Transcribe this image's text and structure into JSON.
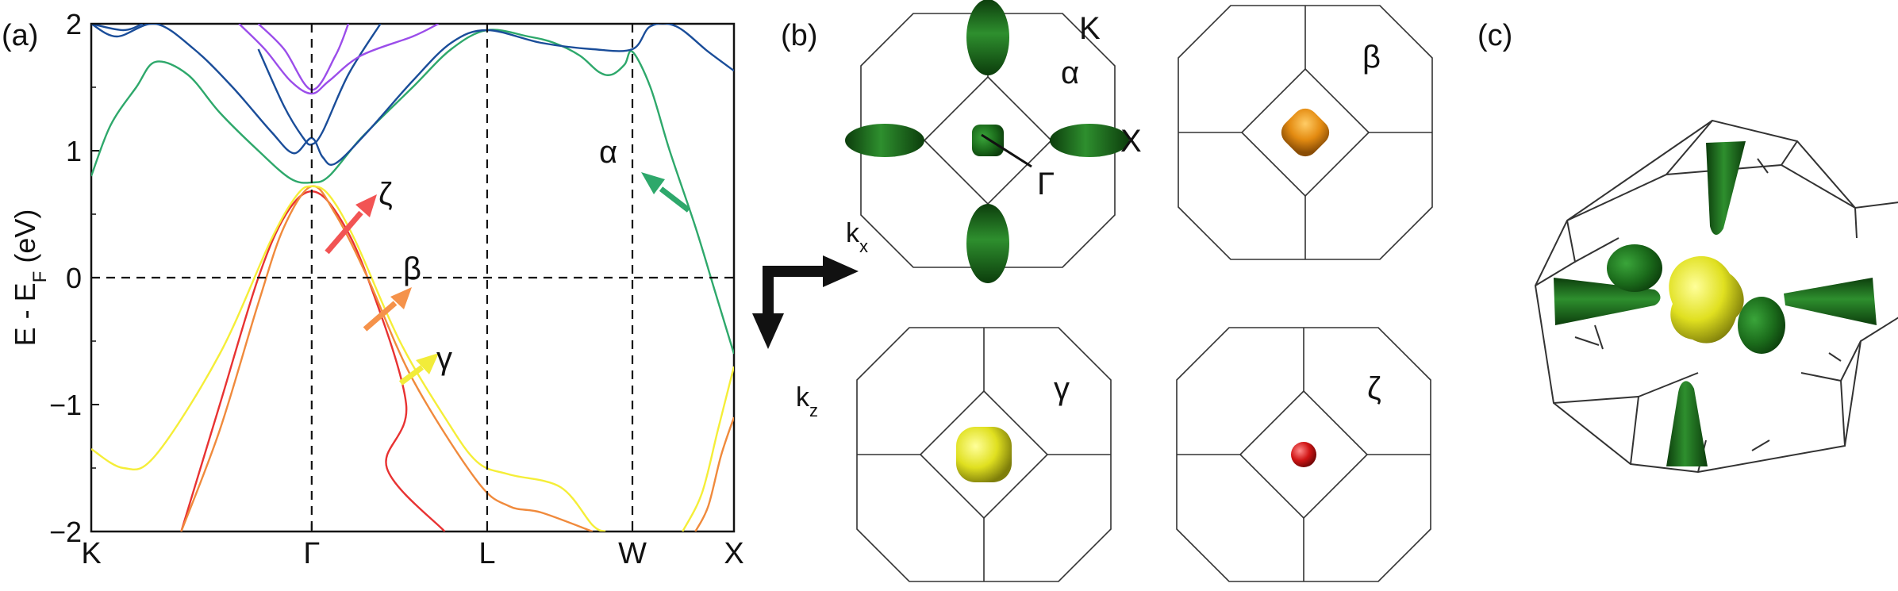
{
  "panel_labels": {
    "a": "(a)",
    "b": "(b)",
    "c": "(c)"
  },
  "axis_directions": {
    "kx": "k",
    "kx_sub": "x",
    "kz": "k",
    "kz_sub": "z"
  },
  "chart_data": {
    "type": "line",
    "ylabel": "E - E",
    "ylabel_sub": "F",
    "ylabel_unit": " (eV)",
    "ylim": [
      -2,
      2
    ],
    "y_ticks": [
      "2",
      "1",
      "0",
      "−1",
      "−2"
    ],
    "y_tick_values": [
      2,
      1,
      0,
      -1,
      -2
    ],
    "k_points": [
      "K",
      "Γ",
      "L",
      "W",
      "X"
    ],
    "k_positions": [
      0,
      0.343,
      0.616,
      0.842,
      1.0
    ],
    "band_labels": [
      {
        "name": "ζ",
        "color": "#f25454"
      },
      {
        "name": "β",
        "color": "#f5924a"
      },
      {
        "name": "γ",
        "color": "#f2ec3a"
      },
      {
        "name": "α",
        "color": "#2ea86b"
      }
    ],
    "series": [
      {
        "color": "#e83232",
        "points": [
          [
            0.14,
            -2.0
          ],
          [
            0.2,
            -1.0
          ],
          [
            0.26,
            0.0
          ],
          [
            0.303,
            0.5
          ],
          [
            0.343,
            0.68
          ],
          [
            0.383,
            0.5
          ],
          [
            0.43,
            0.0
          ],
          [
            0.49,
            -1.0
          ],
          [
            0.46,
            -1.5
          ],
          [
            0.55,
            -2.0
          ]
        ]
      },
      {
        "color": "#f08a3c",
        "points": [
          [
            0.14,
            -2.0
          ],
          [
            0.2,
            -1.2
          ],
          [
            0.26,
            -0.2
          ],
          [
            0.3,
            0.4
          ],
          [
            0.343,
            0.72
          ],
          [
            0.38,
            0.5
          ],
          [
            0.43,
            0.0
          ],
          [
            0.5,
            -0.8
          ],
          [
            0.6,
            -1.6
          ],
          [
            0.65,
            -1.8
          ],
          [
            0.7,
            -1.85
          ],
          [
            0.78,
            -2.0
          ]
        ]
      },
      {
        "color": "#f5ee38",
        "points": [
          [
            0.0,
            -1.35
          ],
          [
            0.05,
            -1.5
          ],
          [
            0.1,
            -1.4
          ],
          [
            0.2,
            -0.6
          ],
          [
            0.28,
            0.3
          ],
          [
            0.32,
            0.65
          ],
          [
            0.343,
            0.72
          ],
          [
            0.37,
            0.65
          ],
          [
            0.41,
            0.3
          ],
          [
            0.48,
            -0.5
          ],
          [
            0.55,
            -1.1
          ],
          [
            0.6,
            -1.45
          ],
          [
            0.65,
            -1.55
          ],
          [
            0.73,
            -1.65
          ],
          [
            0.78,
            -1.95
          ],
          [
            0.8,
            -2.0
          ]
        ]
      },
      {
        "color": "#f5ee38",
        "points": [
          [
            0.92,
            -2.0
          ],
          [
            0.95,
            -1.7
          ],
          [
            0.975,
            -1.2
          ],
          [
            1.0,
            -0.7
          ]
        ]
      },
      {
        "color": "#f08a3c",
        "points": [
          [
            0.94,
            -2.0
          ],
          [
            0.96,
            -1.8
          ],
          [
            0.98,
            -1.4
          ],
          [
            1.0,
            -1.1
          ]
        ]
      },
      {
        "color": "#2ea86b",
        "points": [
          [
            0.0,
            0.8
          ],
          [
            0.03,
            1.2
          ],
          [
            0.07,
            1.5
          ],
          [
            0.1,
            1.7
          ],
          [
            0.15,
            1.6
          ],
          [
            0.2,
            1.3
          ],
          [
            0.26,
            1.0
          ],
          [
            0.31,
            0.78
          ],
          [
            0.343,
            0.75
          ],
          [
            0.37,
            0.8
          ],
          [
            0.42,
            1.1
          ],
          [
            0.5,
            1.5
          ],
          [
            0.56,
            1.8
          ],
          [
            0.616,
            1.95
          ],
          [
            0.68,
            1.9
          ],
          [
            0.72,
            1.85
          ],
          [
            0.76,
            1.75
          ],
          [
            0.79,
            1.62
          ],
          [
            0.81,
            1.6
          ],
          [
            0.83,
            1.68
          ],
          [
            0.842,
            1.78
          ],
          [
            0.87,
            1.5
          ],
          [
            0.9,
            1.0
          ],
          [
            0.94,
            0.4
          ],
          [
            0.97,
            -0.1
          ],
          [
            1.0,
            -0.6
          ]
        ]
      },
      {
        "color": "#1a4d99",
        "points": [
          [
            0.0,
            2.0
          ],
          [
            0.04,
            1.9
          ],
          [
            0.1,
            2.0
          ],
          [
            0.16,
            1.8
          ],
          [
            0.22,
            1.5
          ],
          [
            0.28,
            1.15
          ],
          [
            0.315,
            0.98
          ],
          [
            0.343,
            1.1
          ],
          [
            0.36,
            0.95
          ],
          [
            0.38,
            0.9
          ],
          [
            0.43,
            1.15
          ],
          [
            0.5,
            1.55
          ],
          [
            0.56,
            1.85
          ],
          [
            0.616,
            1.95
          ],
          [
            0.7,
            1.85
          ],
          [
            0.78,
            1.8
          ],
          [
            0.842,
            1.8
          ],
          [
            0.87,
            1.98
          ],
          [
            0.91,
            1.98
          ],
          [
            0.96,
            1.78
          ],
          [
            1.0,
            1.63
          ]
        ]
      },
      {
        "color": "#1a4d99",
        "points": [
          [
            0.0,
            2.0
          ],
          [
            0.05,
            1.95
          ],
          [
            0.08,
            2.0
          ]
        ]
      },
      {
        "color": "#1a4d99",
        "points": [
          [
            0.26,
            1.8
          ],
          [
            0.3,
            1.35
          ],
          [
            0.33,
            1.1
          ],
          [
            0.343,
            1.05
          ],
          [
            0.36,
            1.15
          ],
          [
            0.4,
            1.6
          ],
          [
            0.45,
            2.0
          ]
        ]
      },
      {
        "color": "#9b4dea",
        "points": [
          [
            0.23,
            2.0
          ],
          [
            0.27,
            1.8
          ],
          [
            0.31,
            1.55
          ],
          [
            0.343,
            1.45
          ],
          [
            0.37,
            1.55
          ],
          [
            0.42,
            1.75
          ],
          [
            0.5,
            1.9
          ],
          [
            0.54,
            2.0
          ]
        ]
      },
      {
        "color": "#9b4dea",
        "points": [
          [
            0.26,
            2.0
          ],
          [
            0.3,
            1.8
          ],
          [
            0.343,
            1.48
          ],
          [
            0.38,
            1.75
          ],
          [
            0.4,
            2.0
          ]
        ]
      }
    ]
  },
  "fermi_surface": {
    "panels": [
      {
        "greek": "α",
        "points": {
          "K": "K",
          "X": "X",
          "G": "Γ"
        },
        "color": "#1b6b1b"
      },
      {
        "greek": "β",
        "color": "#e48c12"
      },
      {
        "greek": "γ",
        "color": "#d8d820"
      },
      {
        "greek": "ζ",
        "color": "#d01515"
      }
    ]
  },
  "colors": {
    "pocket_green": "#1b6b1b",
    "pocket_yellow": "#e5e520",
    "frame": "#333333"
  }
}
